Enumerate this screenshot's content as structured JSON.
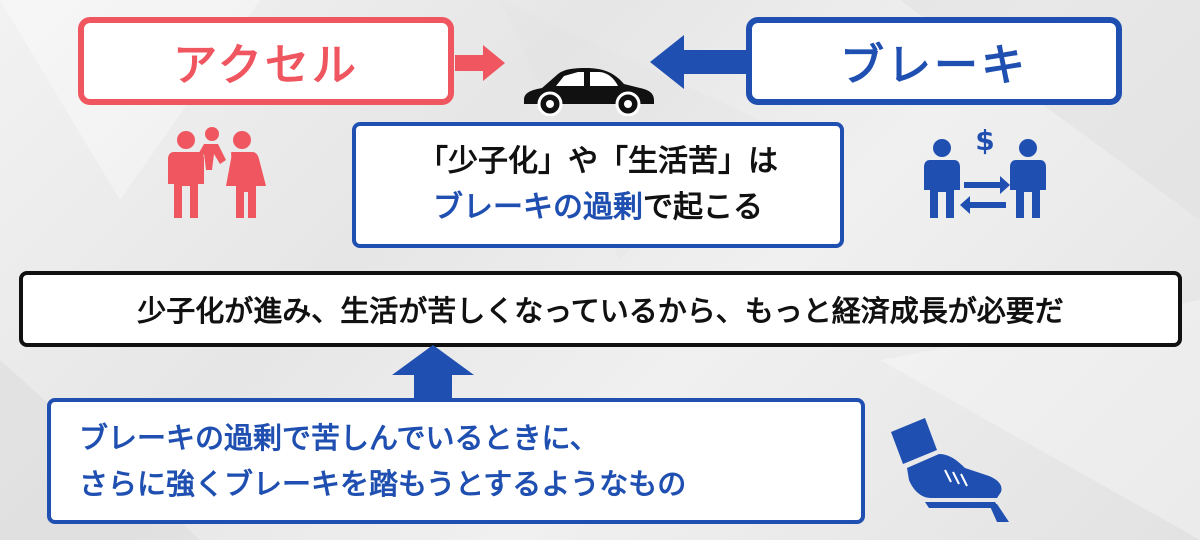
{
  "accelerator": {
    "label": "アクセル",
    "color": "#f0565f"
  },
  "brake": {
    "label": "ブレーキ",
    "color": "#1f4fb0"
  },
  "center_note": {
    "line1": "「少子化」や「生活苦」は",
    "line2_highlight": "ブレーキの過剰",
    "line2_rest": "で起こる"
  },
  "statement": "少子化が進み、生活が苦しくなっているから、もっと経済成長が必要だ",
  "analogy": {
    "line1": "ブレーキの過剰で苦しんでいるときに、",
    "line2": "さらに強くブレーキを踏もうとするようなもの"
  },
  "icons": {
    "car": "car-icon",
    "family": "family-icon",
    "exchange": "money-exchange-icon",
    "foot_pedal": "foot-pedal-icon",
    "arrow_accel": "arrow-right-icon",
    "arrow_brake": "arrow-left-icon",
    "arrow_up": "arrow-up-icon"
  },
  "colors": {
    "text": "#111111",
    "background": "#eeeeee"
  }
}
